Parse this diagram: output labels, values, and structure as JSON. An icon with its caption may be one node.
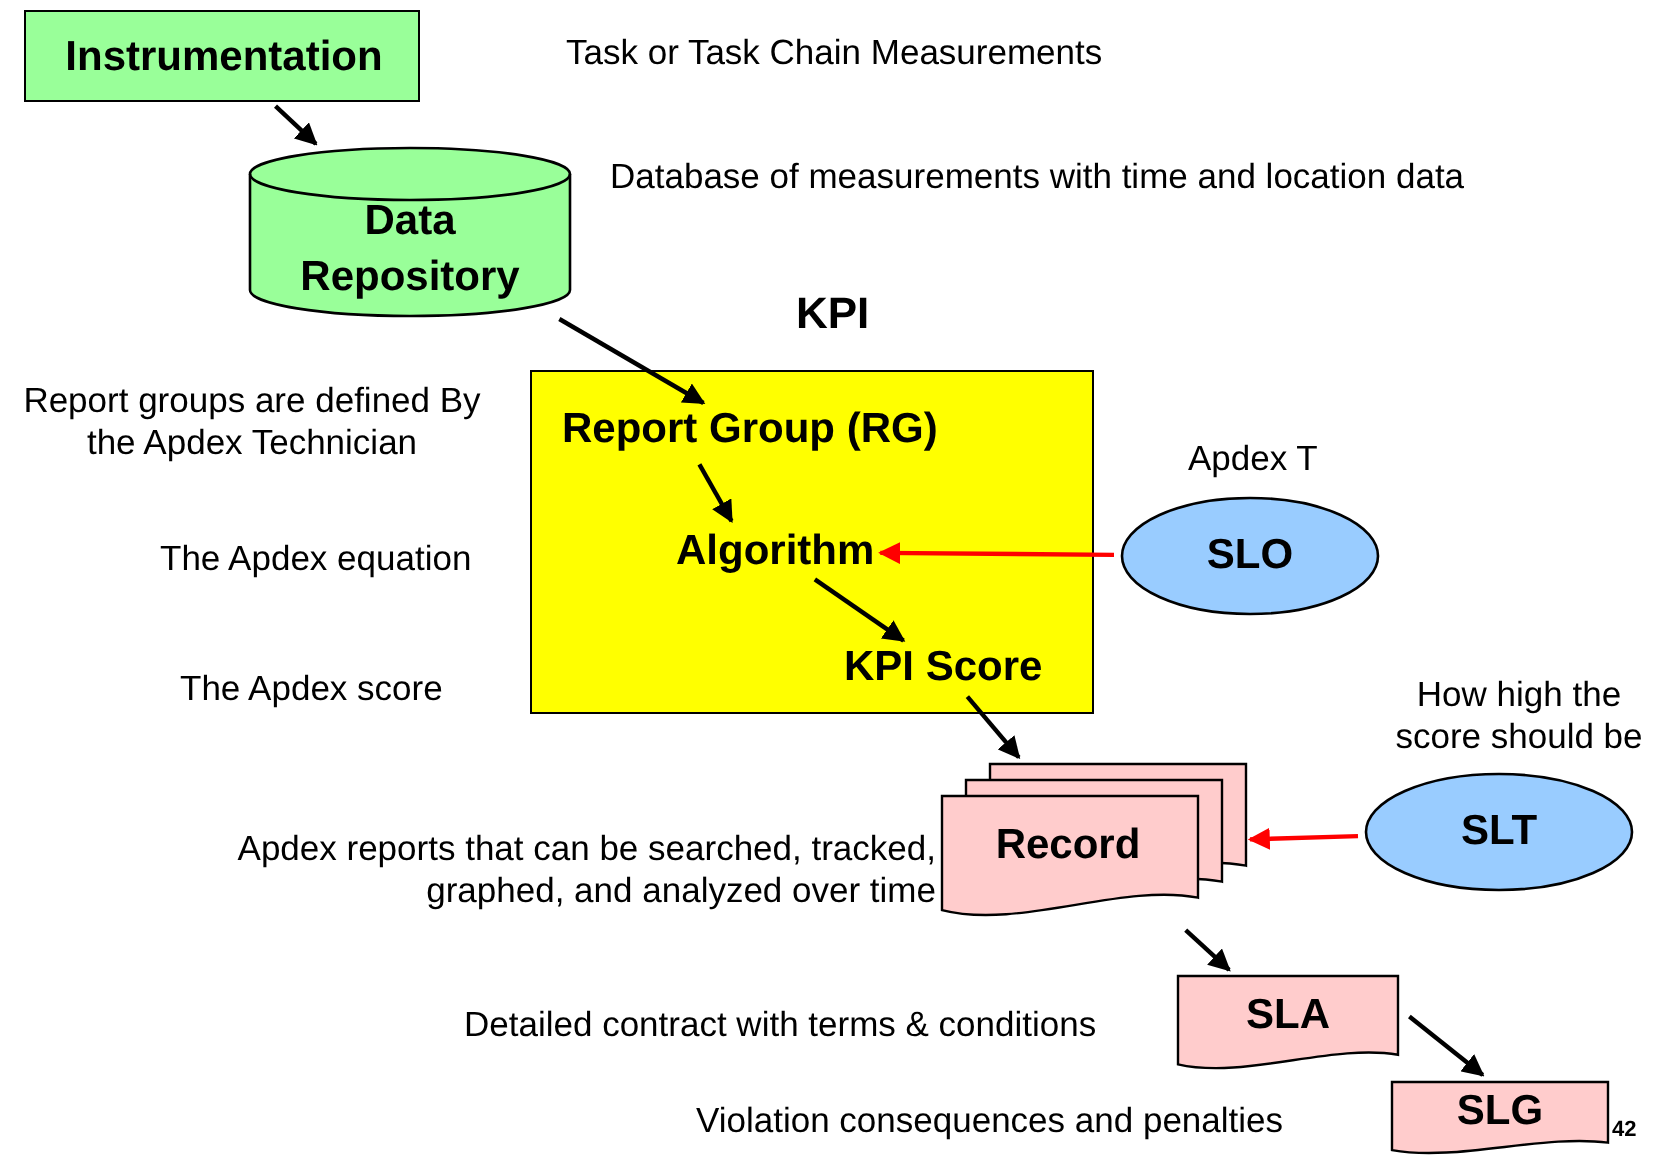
{
  "diagram": {
    "nodes": [
      {
        "text": [
          "Instrumentation"
        ]
      },
      {
        "text": [
          "Data Repository"
        ]
      },
      {
        "text": [
          "KPI"
        ]
      },
      {
        "text": [
          "Report Group (RG)"
        ],
        "in": 2
      },
      {
        "text": [
          "Algorithm"
        ],
        "in": 2
      },
      {
        "text": [
          "KPI Score"
        ],
        "in": 2
      },
      {
        "text": [
          "SLO"
        ],
        "beside": [
          "Apdex T"
        ]
      },
      {
        "text": [
          "Record"
        ]
      },
      {
        "text": [
          "SLT"
        ],
        "beside": [
          "How high the score should be"
        ]
      },
      {
        "text": [
          "SLA"
        ]
      },
      {
        "text": [
          "SLG"
        ]
      }
    ],
    "edges": [
      {
        "from": 0,
        "to": 1,
        "arrow": "to"
      },
      {
        "from": 1,
        "to": 3,
        "arrow": "to"
      },
      {
        "from": 3,
        "to": 4,
        "arrow": "to"
      },
      {
        "from": 4,
        "to": 5,
        "arrow": "to"
      },
      {
        "from": 6,
        "to": 4,
        "arrow": "to",
        "color": "#ff0000"
      },
      {
        "from": 5,
        "to": 7,
        "arrow": "to"
      },
      {
        "from": 8,
        "to": 7,
        "arrow": "to",
        "color": "#ff0000"
      },
      {
        "from": 7,
        "to": 9,
        "arrow": "to"
      },
      {
        "from": 9,
        "to": 10,
        "arrow": "to"
      }
    ],
    "labels": [
      "Task or Task Chain Measurements",
      "Database of measurements with time and location data",
      "Report groups are defined By the Apdex Technician",
      "The Apdex equation",
      "The Apdex score",
      "Apdex reports that can be searched, tracked, graphed, and analyzed over time",
      "Detailed contract with terms & conditions",
      "Violation consequences and penalties",
      "42"
    ]
  }
}
